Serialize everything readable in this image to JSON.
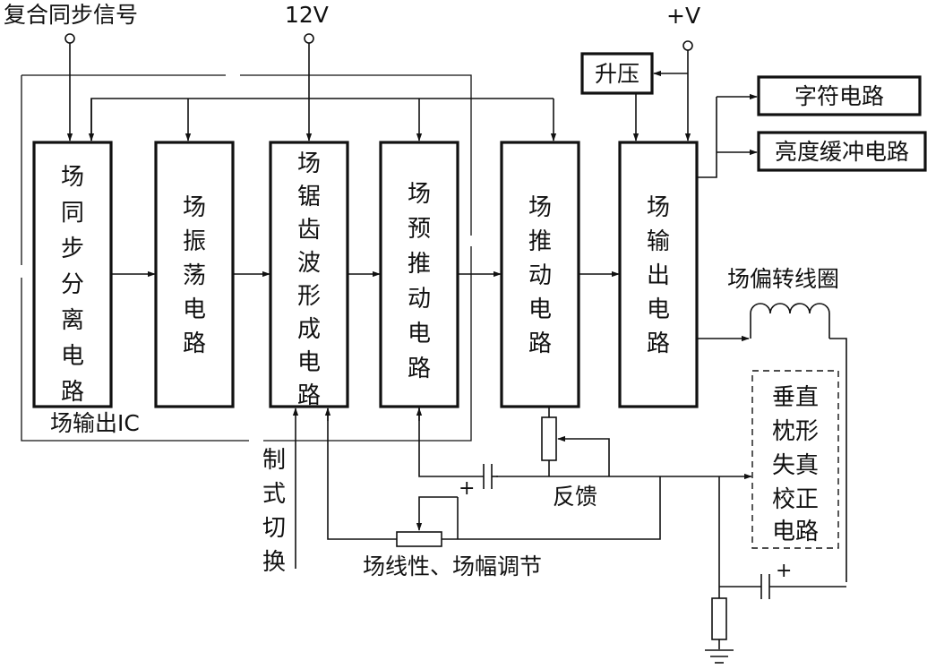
{
  "inputs": {
    "sync": "复合同步信号",
    "v12": "12V",
    "vplus": "+V"
  },
  "blocks": [
    {
      "id": "sync-sep",
      "text": "场同步分离电路"
    },
    {
      "id": "osc",
      "text": "场振荡电路"
    },
    {
      "id": "saw",
      "text": "场锯齿波形成电路"
    },
    {
      "id": "predrive",
      "text": "场预推动电路"
    },
    {
      "id": "drive",
      "text": "场推动电路"
    },
    {
      "id": "output",
      "text": "场输出电路"
    }
  ],
  "ic_label": "场输出IC",
  "boost": "升压",
  "outputs": {
    "char": "字符电路",
    "bright": "亮度缓冲电路"
  },
  "yoke": "场偏转线圈",
  "pincushion": "垂直枕形失真校正电路",
  "feedback": "反馈",
  "system_switch": "制式切换",
  "linearity": "场线性、场幅调节",
  "plus_sign": "+"
}
